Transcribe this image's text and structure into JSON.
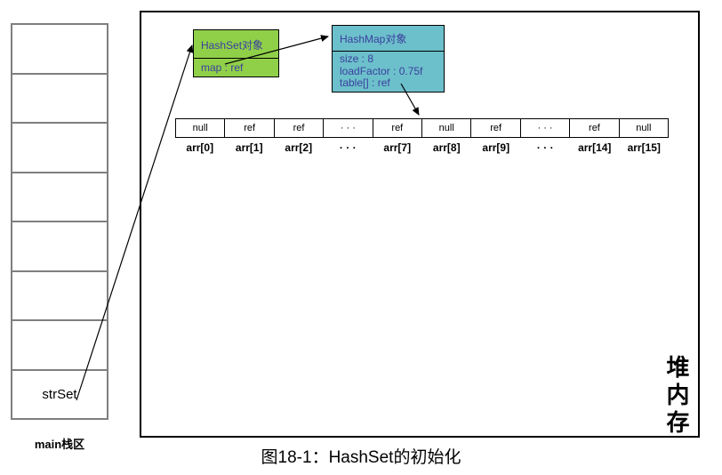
{
  "caption": "图18-1：HashSet的初始化",
  "stack": {
    "label": "main栈区",
    "cell_count": 8,
    "bottom_cell_value": "strSet"
  },
  "heap": {
    "label": "堆内存",
    "hashset_box": {
      "title": "HashSet对象",
      "fields": [
        "map : ref"
      ]
    },
    "hashmap_box": {
      "title": "HashMap对象",
      "fields": [
        "size : 8",
        "loadFactor : 0.75f",
        "table[] : ref"
      ]
    },
    "array": {
      "cells": [
        {
          "value": "null",
          "label": "arr[0]"
        },
        {
          "value": "ref",
          "label": "arr[1]"
        },
        {
          "value": "ref",
          "label": "arr[2]"
        },
        {
          "value": "· · ·",
          "label": "· · ·"
        },
        {
          "value": "ref",
          "label": "arr[7]"
        },
        {
          "value": "null",
          "label": "arr[8]"
        },
        {
          "value": "ref",
          "label": "arr[9]"
        },
        {
          "value": "· · ·",
          "label": "· · ·"
        },
        {
          "value": "ref",
          "label": "arr[14]"
        },
        {
          "value": "null",
          "label": "arr[15]"
        }
      ]
    }
  },
  "colors": {
    "hashset-box-bg": "#90d049",
    "hashmap-box-bg": "#6cc0cb",
    "box-text": "#3a3f9e",
    "stack-border": "#7f7f7f"
  }
}
